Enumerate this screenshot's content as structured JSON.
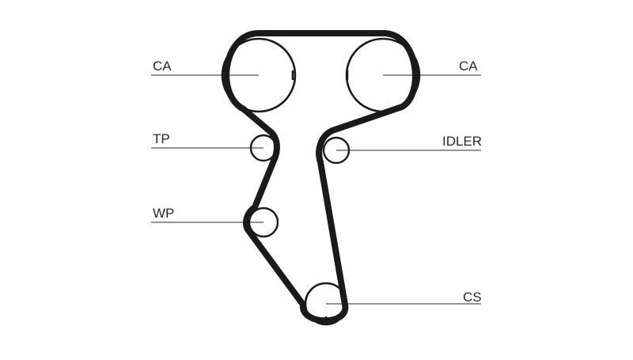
{
  "labels": {
    "ca_left": "CA",
    "ca_right": "CA",
    "tp": "TP",
    "idler": "IDLER",
    "wp": "WP",
    "cs": "CS"
  },
  "colors": {
    "belt": "#1a1a1a",
    "line": "#555555",
    "text": "#2a2a2a",
    "background": "#ffffff"
  }
}
